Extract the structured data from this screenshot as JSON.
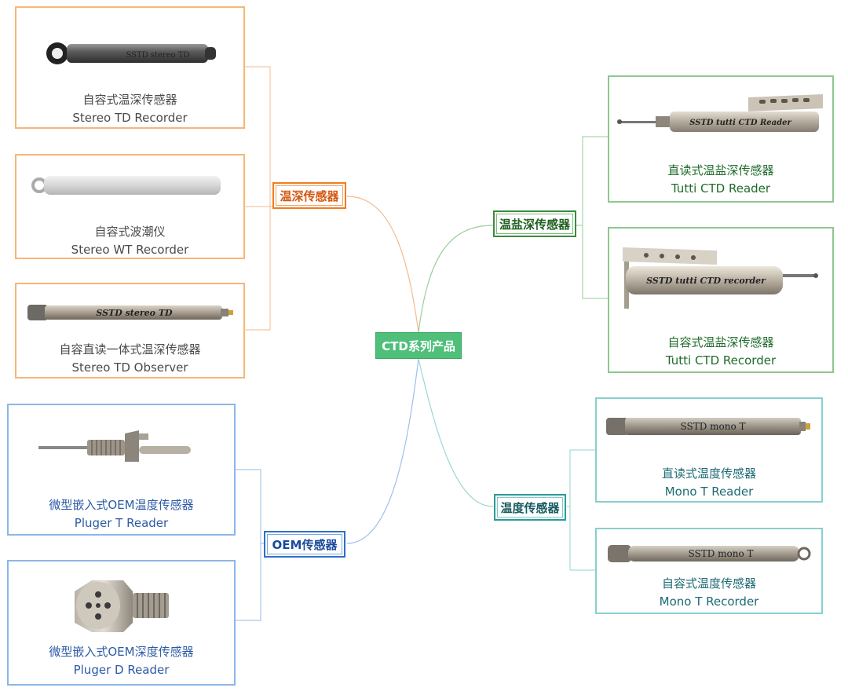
{
  "center": {
    "label": "CTD系列产品"
  },
  "categories": {
    "td": {
      "label": "温深传感器"
    },
    "ctd": {
      "label": "温盐深传感器"
    },
    "oem": {
      "label": "OEM传感器"
    },
    "t": {
      "label": "温度传感器"
    }
  },
  "products": {
    "stereo_td_recorder": {
      "name_cn": "自容式温深传感器",
      "name_en": "Stereo TD Recorder",
      "engraving": "SSTD stereo TD"
    },
    "stereo_wt_recorder": {
      "name_cn": "自容式波潮仪",
      "name_en": "Stereo WT Recorder"
    },
    "stereo_td_observer": {
      "name_cn": "自容直读一体式温深传感器",
      "name_en": "Stereo TD Observer",
      "engraving": "SSTD stereo TD"
    },
    "pluger_t_reader": {
      "name_cn": "微型嵌入式OEM温度传感器",
      "name_en": "Pluger T Reader"
    },
    "pluger_d_reader": {
      "name_cn": "微型嵌入式OEM深度传感器",
      "name_en": "Pluger D Reader"
    },
    "tutti_ctd_reader": {
      "name_cn": "直读式温盐深传感器",
      "name_en": "Tutti CTD Reader",
      "engraving": "SSTD tutti CTD Reader"
    },
    "tutti_ctd_recorder": {
      "name_cn": "自容式温盐深传感器",
      "name_en": "Tutti CTD Recorder",
      "engraving": "SSTD tutti CTD recorder"
    },
    "mono_t_reader": {
      "name_cn": "直读式温度传感器",
      "name_en": "Mono T Reader",
      "engraving": "SSTD mono T"
    },
    "mono_t_recorder": {
      "name_cn": "自容式温度传感器",
      "name_en": "Mono T Recorder",
      "engraving": "SSTD mono T"
    }
  },
  "colors": {
    "td": "#ef7c23",
    "ctd": "#3c8a3c",
    "oem": "#2e6fc6",
    "t": "#2a9a9a",
    "center": "#4fbf7a"
  }
}
